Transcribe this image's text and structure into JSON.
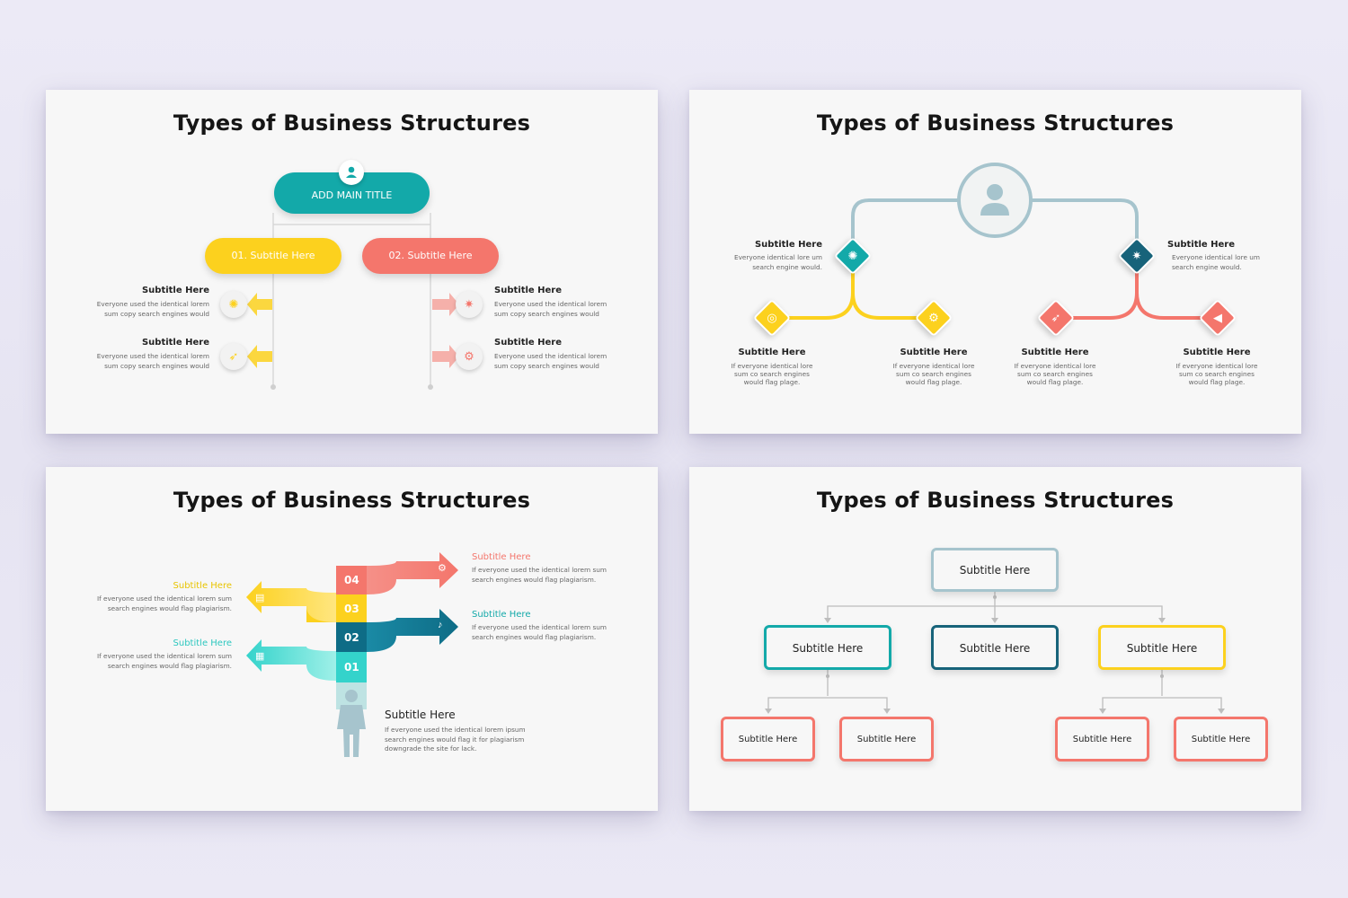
{
  "colors": {
    "teal": "#13a9a9",
    "yellow": "#fcd11e",
    "coral": "#f4766c",
    "dark_teal": "#17637a",
    "ring": "#a6c4cd"
  },
  "slide1": {
    "title": "Types of Business Structures",
    "main_title": "ADD MAIN TITLE",
    "main_icon": "user-icon",
    "branch1": "01. Subtitle Here",
    "branch2": "02. Subtitle Here",
    "items": [
      {
        "subtitle": "Subtitle Here",
        "desc": "Everyone used the identical lorem\nsum copy search engines would",
        "icon": "lightbulb-icon"
      },
      {
        "subtitle": "Subtitle Here",
        "desc": "Everyone used the identical lorem\nsum copy search engines would",
        "icon": "rocket-icon"
      },
      {
        "subtitle": "Subtitle Here",
        "desc": "Everyone used the identical lorem\nsum copy search engines would",
        "icon": "network-icon"
      },
      {
        "subtitle": "Subtitle Here",
        "desc": "Everyone used the identical lorem\nsum copy search engines would",
        "icon": "gears-icon"
      }
    ]
  },
  "slide2": {
    "title": "Types of Business Structures",
    "top_left": {
      "subtitle": "Subtitle Here",
      "desc": "Everyone identical lore um\nsearch engine would."
    },
    "top_right": {
      "subtitle": "Subtitle Here",
      "desc": "Everyone identical lore um\nsearch engine would."
    },
    "bottom": [
      {
        "subtitle": "Subtitle Here",
        "desc": "If everyone identical lore\nsum co search engines\nwould flag plage."
      },
      {
        "subtitle": "Subtitle Here",
        "desc": "If everyone identical lore\nsum co search engines\nwould flag plage."
      },
      {
        "subtitle": "Subtitle Here",
        "desc": "If everyone identical lore\nsum co search engines\nwould flag plage."
      },
      {
        "subtitle": "Subtitle Here",
        "desc": "If everyone identical lore\nsum co search engines\nwould flag plage."
      }
    ]
  },
  "slide3": {
    "title": "Types of Business Structures",
    "steps": [
      "04",
      "03",
      "02",
      "01"
    ],
    "right1": {
      "subtitle": "Subtitle Here",
      "desc": "If everyone used the identical lorem sum\nsearch engines would flag plagiarism."
    },
    "right2": {
      "subtitle": "Subtitle Here",
      "desc": "If everyone used the identical lorem sum\nsearch engines would flag plagiarism."
    },
    "left1": {
      "subtitle": "Subtitle Here",
      "desc": "If everyone used the identical lorem sum\nsearch engines would flag plagiarism."
    },
    "left2": {
      "subtitle": "Subtitle Here",
      "desc": "If everyone used the identical lorem sum\nsearch engines would flag plagiarism."
    },
    "bottom": {
      "subtitle": "Subtitle Here",
      "desc": "If everyone used the identical lorem ipsum\nsearch engines would flag it for plagiarism\ndowngrade the site for  lack."
    }
  },
  "slide4": {
    "title": "Types of Business Structures",
    "top": "Subtitle Here",
    "mid": [
      "Subtitle Here",
      "Subtitle Here",
      "Subtitle Here"
    ],
    "bottom": [
      "Subtitle Here",
      "Subtitle Here",
      "Subtitle Here",
      "Subtitle Here"
    ]
  }
}
